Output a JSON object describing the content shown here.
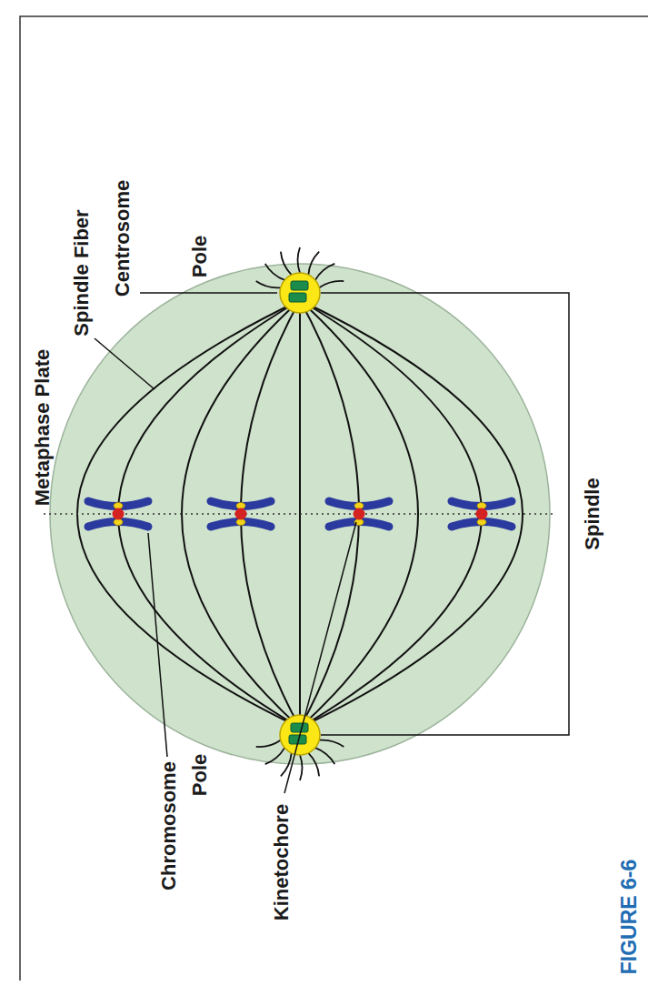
{
  "diagram": {
    "caption": "FIGURE 6-6",
    "labels": [
      "Metaphase Plate",
      "Spindle Fiber",
      "Centrosome",
      "Pole",
      "Chromosome",
      "Pole",
      "Kinetochore",
      "Spindle"
    ]
  }
}
